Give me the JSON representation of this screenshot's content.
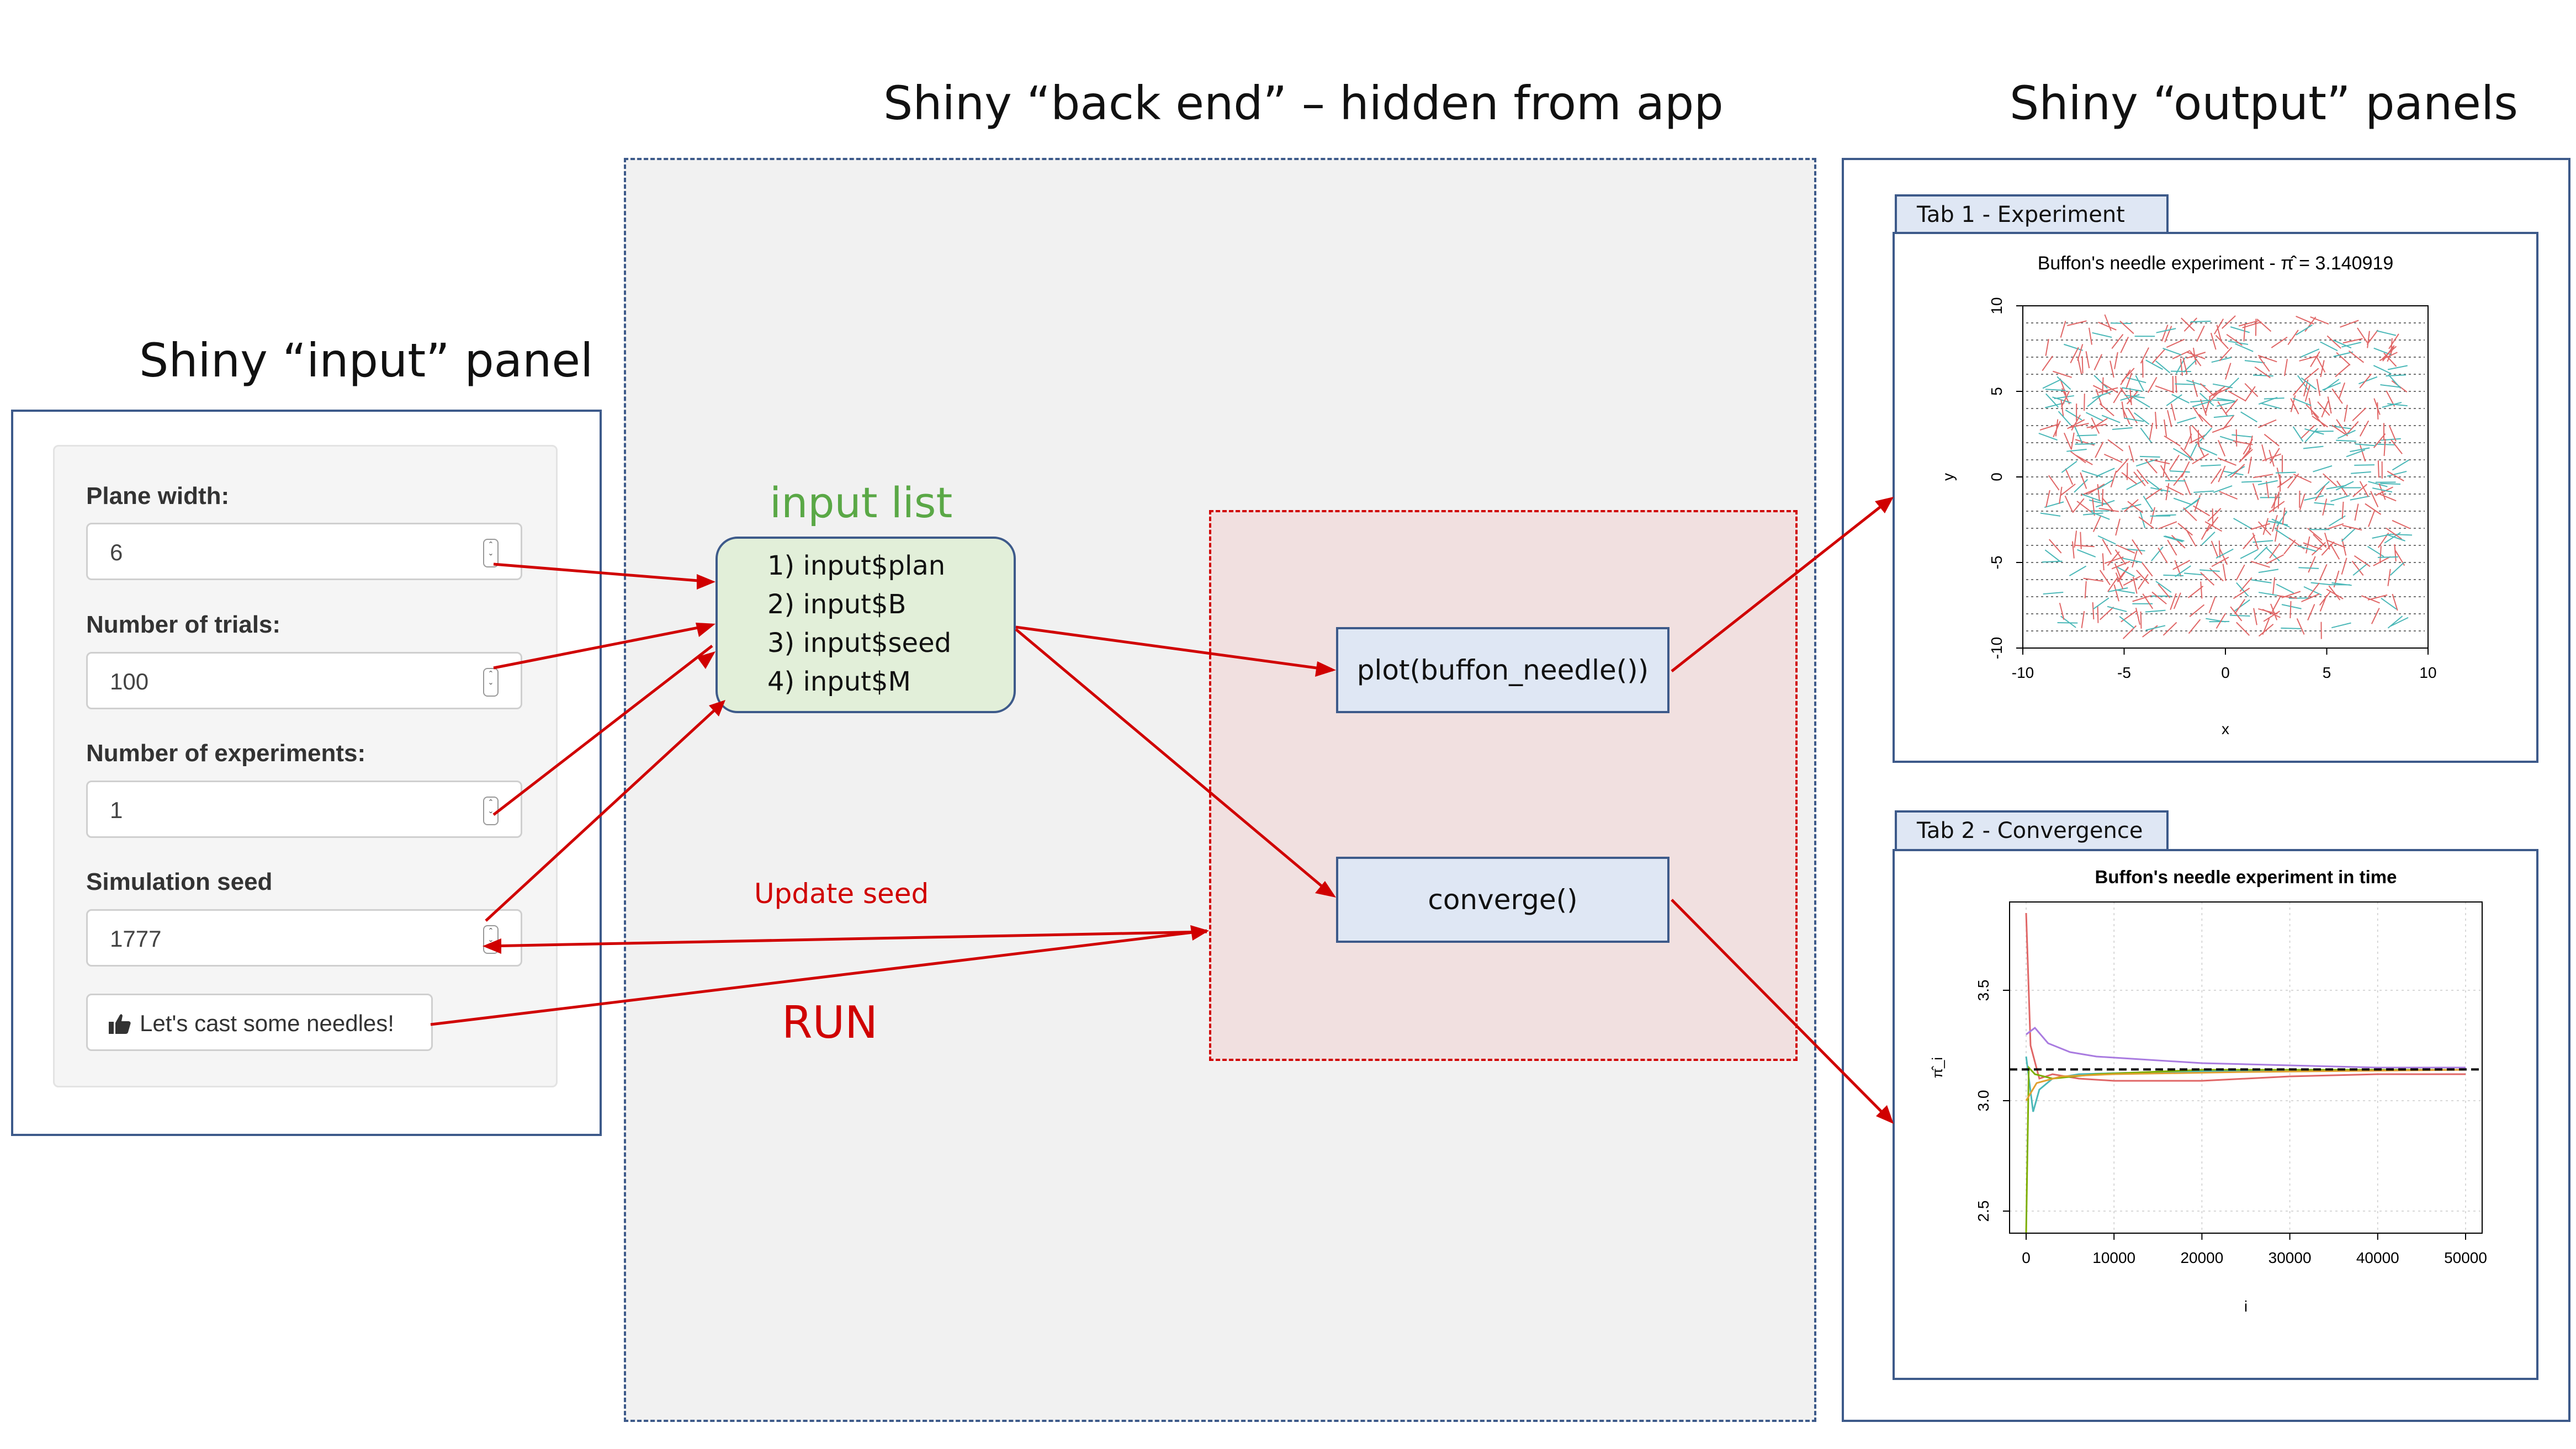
{
  "headings": {
    "input_panel": "Shiny “input” panel",
    "back_end": "Shiny “back end” – hidden from app",
    "output_panels": "Shiny “output” panels"
  },
  "input_panel": {
    "fields": [
      {
        "label": "Plane width:",
        "value": "6"
      },
      {
        "label": "Number of trials:",
        "value": "100"
      },
      {
        "label": "Number of experiments:",
        "value": "1"
      },
      {
        "label": "Simulation seed",
        "value": "1777"
      }
    ],
    "button_label": "Let's cast some needles!"
  },
  "input_list": {
    "title": "input list",
    "items": [
      "1) input$plan",
      "2) input$B",
      "3) input$seed",
      "4) input$M"
    ]
  },
  "functions": {
    "plot": "plot(buffon_needle())",
    "converge": "converge()"
  },
  "arrow_labels": {
    "update_seed": "Update seed",
    "run": "RUN"
  },
  "tabs": [
    {
      "label": "Tab 1 - Experiment"
    },
    {
      "label": "Tab 2 - Convergence"
    }
  ],
  "colors": {
    "accent_red": "#d00000",
    "border_blue": "#3d5a8a",
    "input_list_green": "#e2efd9",
    "title_green": "#5aa846",
    "function_box": "#dfe7f4",
    "back_end_bg": "#f1f1f1",
    "run_zone_bg": "#f1e0e0"
  },
  "chart_data": [
    {
      "type": "scatter",
      "title": "Buffon's needle experiment  -  π̂  =  3.140919",
      "xlabel": "x",
      "ylabel": "y",
      "xlim": [
        -10,
        10
      ],
      "ylim": [
        -10,
        10
      ],
      "x_ticks": [
        -10,
        -5,
        0,
        5,
        10
      ],
      "y_ticks": [
        -10,
        -5,
        0,
        5,
        10
      ],
      "series": [
        {
          "color": "#e06666"
        },
        {
          "color": "#4bb8b8"
        }
      ],
      "grid": "dotted horizontal lines",
      "legend": "none"
    },
    {
      "type": "line",
      "title": "Buffon's needle experiment in time",
      "xlabel": "i",
      "ylabel": "π̂_i",
      "xlim": [
        0,
        50000
      ],
      "ylim": [
        2.4,
        3.9
      ],
      "x_ticks": [
        0,
        10000,
        20000,
        30000,
        40000,
        50000
      ],
      "y_ticks": [
        2.5,
        3.0,
        3.5
      ],
      "reference_line": 3.14159,
      "series": [
        {
          "color": "#e06666",
          "values": [
            [
              0,
              3.85
            ],
            [
              500,
              3.25
            ],
            [
              1500,
              3.1
            ],
            [
              3000,
              3.12
            ],
            [
              6000,
              3.1
            ],
            [
              10000,
              3.09
            ],
            [
              20000,
              3.09
            ],
            [
              30000,
              3.11
            ],
            [
              40000,
              3.12
            ],
            [
              50000,
              3.12
            ]
          ]
        },
        {
          "color": "#a97be0",
          "values": [
            [
              0,
              3.3
            ],
            [
              1000,
              3.33
            ],
            [
              2500,
              3.26
            ],
            [
              5000,
              3.22
            ],
            [
              8000,
              3.2
            ],
            [
              12000,
              3.19
            ],
            [
              20000,
              3.17
            ],
            [
              30000,
              3.16
            ],
            [
              40000,
              3.15
            ],
            [
              50000,
              3.15
            ]
          ]
        },
        {
          "color": "#4bb8b8",
          "values": [
            [
              0,
              3.2
            ],
            [
              800,
              2.95
            ],
            [
              1500,
              3.05
            ],
            [
              3000,
              3.1
            ],
            [
              6000,
              3.12
            ],
            [
              15000,
              3.13
            ],
            [
              30000,
              3.14
            ],
            [
              50000,
              3.14
            ]
          ]
        },
        {
          "color": "#7cae00",
          "values": [
            [
              0,
              2.4
            ],
            [
              300,
              3.15
            ],
            [
              1000,
              3.12
            ],
            [
              3000,
              3.1
            ],
            [
              8000,
              3.12
            ],
            [
              20000,
              3.14
            ],
            [
              50000,
              3.14
            ]
          ]
        },
        {
          "color": "#e0a030",
          "values": [
            [
              0,
              3.0
            ],
            [
              1200,
              3.08
            ],
            [
              4000,
              3.11
            ],
            [
              10000,
              3.12
            ],
            [
              25000,
              3.13
            ],
            [
              50000,
              3.14
            ]
          ]
        }
      ],
      "grid": "dotted",
      "legend": "none"
    }
  ]
}
